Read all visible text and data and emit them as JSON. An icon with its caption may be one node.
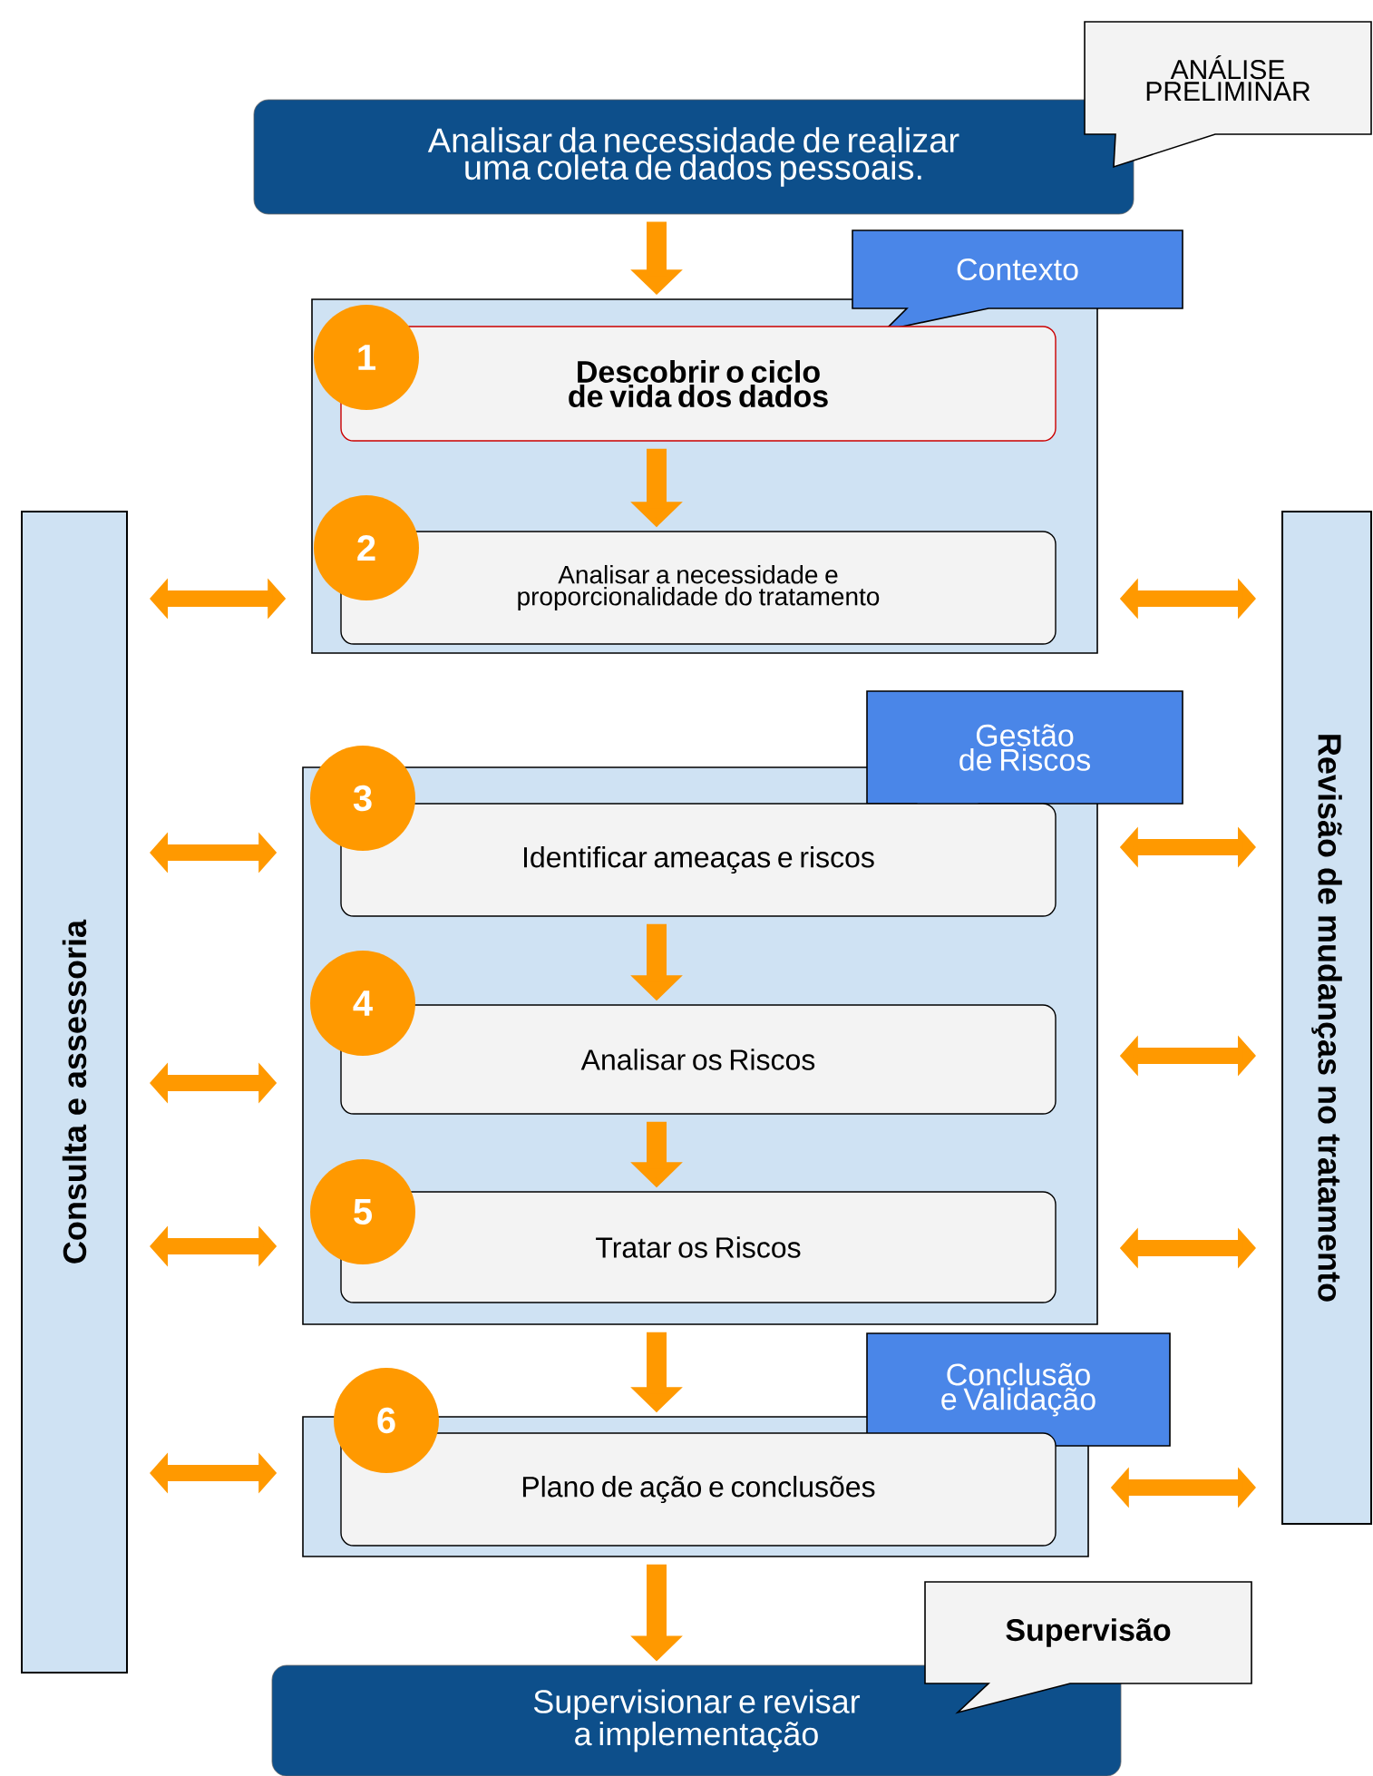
{
  "diagram": {
    "nodes": [
      {
        "text": [
          "Analisar da necessidade de realizar uma coleta de dados pessoais."
        ]
      },
      {
        "text": [
          "ANÁLISE PRELIMINAR"
        ]
      },
      {
        "text": [],
        "shape": "box"
      },
      {
        "text": [
          "Contexto"
        ]
      },
      {
        "text": [
          "Descobrir o ciclo de vida dos dados"
        ],
        "in": 2
      },
      {
        "text": [
          "1"
        ],
        "in": 2
      },
      {
        "text": [
          "Analisar a necessidade e proporcionalidade do tratamento"
        ],
        "in": 2
      },
      {
        "text": [
          "2"
        ],
        "in": 2
      },
      {
        "text": [],
        "shape": "box"
      },
      {
        "text": [
          "Gestão de Riscos"
        ]
      },
      {
        "text": [
          "Identificar ameaças e riscos"
        ],
        "in": 8
      },
      {
        "text": [
          "3"
        ]
      },
      {
        "text": [
          "Analisar os Riscos"
        ],
        "in": 8
      },
      {
        "text": [
          "4"
        ],
        "in": 8
      },
      {
        "text": [
          "Tratar os Riscos"
        ],
        "in": 8
      },
      {
        "text": [
          "5"
        ],
        "in": 8
      },
      {
        "text": [],
        "shape": "box"
      },
      {
        "text": [
          "Conclusão e Validação"
        ]
      },
      {
        "text": [
          "Plano de ação e conclusões"
        ],
        "in": 16
      },
      {
        "text": [
          "6"
        ]
      },
      {
        "text": [
          "Supervisionar e revisar a implementação"
        ]
      },
      {
        "text": [
          "Supervisão"
        ]
      },
      {
        "text": [
          "Consulta e assessoria"
        ]
      },
      {
        "text": [
          "Revisão de mudanças no tratamento"
        ]
      }
    ],
    "edges": [
      {
        "from": 0,
        "to": 2,
        "arrow": "to"
      },
      {
        "from": 4,
        "to": 6,
        "arrow": "to"
      },
      {
        "from": 10,
        "to": 12,
        "arrow": "to"
      },
      {
        "from": 12,
        "to": 14,
        "arrow": "to"
      },
      {
        "from": 8,
        "to": 16,
        "arrow": "to"
      },
      {
        "from": 16,
        "to": 20,
        "arrow": "to"
      },
      {
        "from": 22,
        "to": 2,
        "arrow": "both"
      },
      {
        "from": 2,
        "to": 23,
        "arrow": "both"
      },
      {
        "from": 22,
        "to": 8,
        "arrow": "both"
      },
      {
        "from": 22,
        "to": 8,
        "arrow": "both"
      },
      {
        "from": 22,
        "to": 8,
        "arrow": "both"
      },
      {
        "from": 8,
        "to": 23,
        "arrow": "both"
      },
      {
        "from": 8,
        "to": 23,
        "arrow": "both"
      },
      {
        "from": 8,
        "to": 23,
        "arrow": "both"
      },
      {
        "from": 22,
        "to": 16,
        "arrow": "both"
      },
      {
        "from": 16,
        "to": 23,
        "arrow": "both"
      }
    ]
  }
}
